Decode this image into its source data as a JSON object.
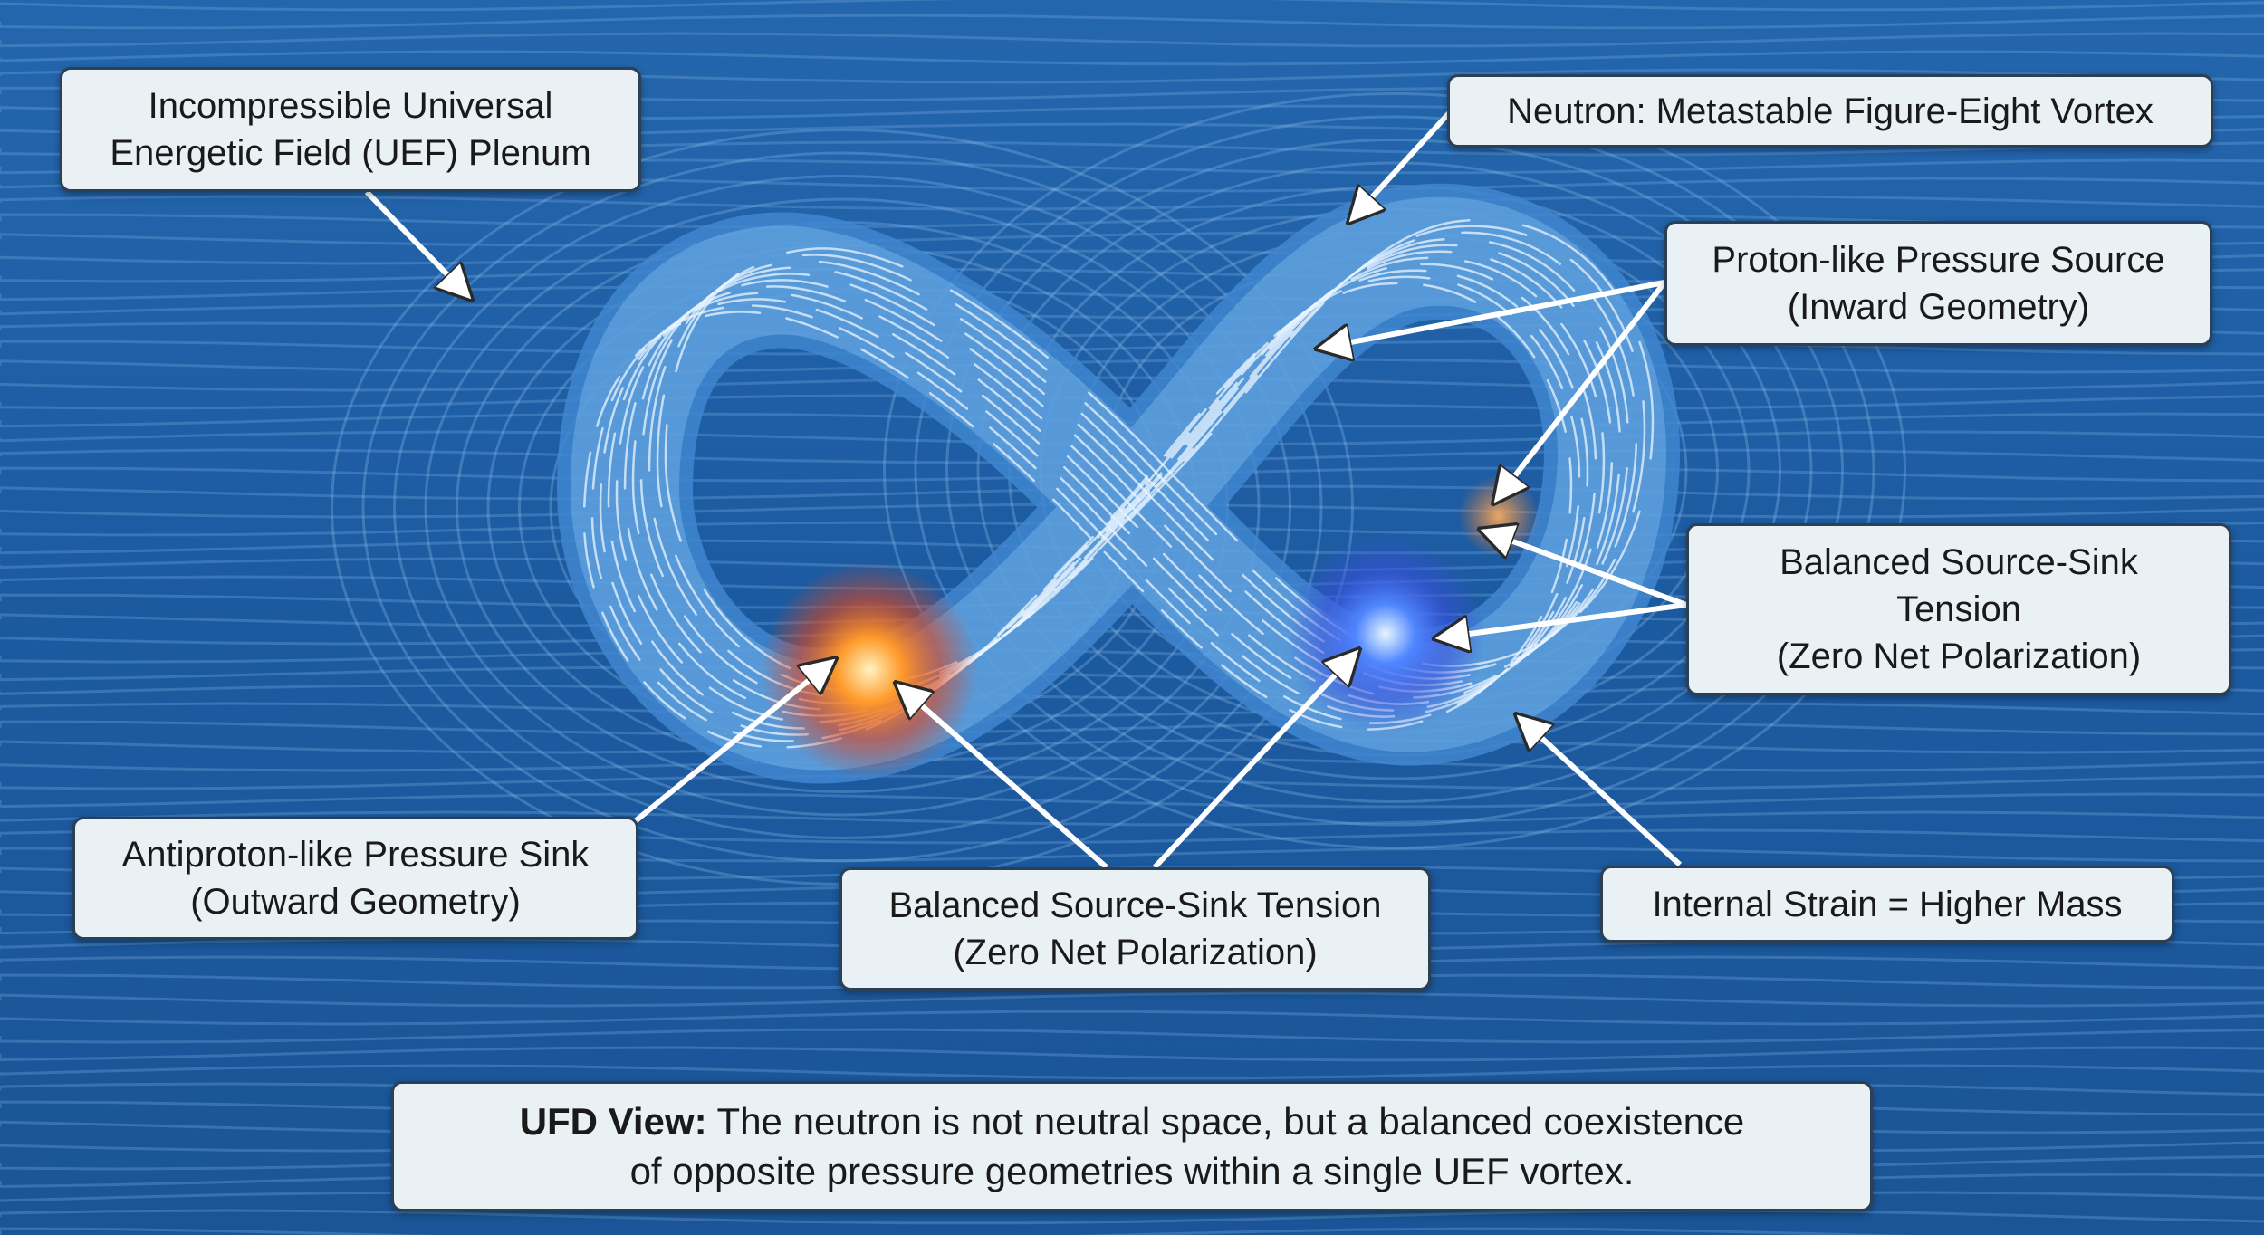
{
  "labels": {
    "plenum": [
      "Incompressible Universal",
      "Energetic Field (UEF) Plenum"
    ],
    "neutron": [
      "Neutron: Metastable Figure-Eight Vortex"
    ],
    "proton": [
      "Proton-like Pressure Source",
      "(Inward Geometry)"
    ],
    "balanced_right": [
      "Balanced Source-Sink",
      "Tension",
      "(Zero Net Polarization)"
    ],
    "antiproton": [
      "Antiproton-like Pressure Sink",
      "(Outward Geometry)"
    ],
    "balanced_center": [
      "Balanced Source-Sink Tension",
      "(Zero Net Polarization)"
    ],
    "strain": [
      "Internal Strain = Higher Mass"
    ]
  },
  "caption": {
    "bold": "UFD View:",
    "line1": "The neutron is not neutral space, but a balanced coexistence",
    "line2": "of opposite pressure geometries within a single UEF vortex."
  },
  "colors": {
    "background": "#1e5ea6",
    "vortex": "#4f9ad8",
    "sink_glow": "#ff7a1a",
    "source_glow": "#3f7bff",
    "label_fill": "#e9f1f5"
  }
}
